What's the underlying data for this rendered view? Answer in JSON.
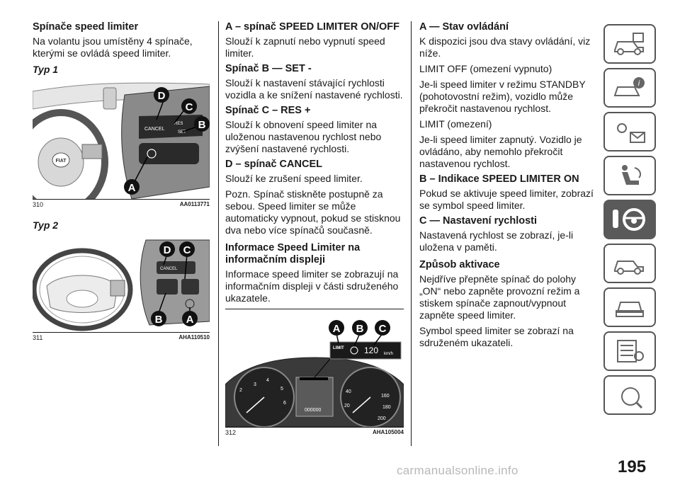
{
  "col1": {
    "heading": "Spínače speed limiter",
    "intro": "Na volantu jsou umístěny 4 spínače, kterými se ovládá speed limiter.",
    "typ1": "Typ 1",
    "fig310": {
      "num": "310",
      "code": "AA0113771",
      "labels": [
        "D",
        "C",
        "B",
        "A"
      ],
      "button_text": [
        "CANCEL",
        "RES",
        "SET"
      ]
    },
    "typ2": "Typ 2",
    "fig311": {
      "num": "311",
      "code": "AHA110510",
      "labels": [
        "D",
        "C",
        "B",
        "A"
      ],
      "button_text": [
        "CANCEL"
      ]
    }
  },
  "col2": {
    "h_a": "A – spínač SPEED LIMITER ON/OFF",
    "p_a": "Slouží k zapnutí nebo vypnutí speed limiter.",
    "h_b": "Spínač B — SET -",
    "p_b": "Slouží k nastavení stávající rychlosti vozidla a ke snížení nastavené rychlosti.",
    "h_c": "Spínač C – RES +",
    "p_c": "Slouží k obnovení speed limiter na uloženou nastavenou rychlost nebo zvýšení nastavené rychlosti.",
    "h_d": "D – spínač CANCEL",
    "p_d": "Slouží ke zrušení speed limiter.",
    "p_note": "Pozn. Spínač stiskněte postupně za sebou. Speed limiter se může automaticky vypnout, pokud se stisknou dva nebo více spínačů současně.",
    "h_info": "Informace Speed Limiter na informačním displeji",
    "p_info": "Informace speed limiter se zobrazují na informačním displeji v části sdruženého ukazatele.",
    "fig312": {
      "num": "312",
      "code": "AHA105004",
      "labels": [
        "A",
        "B",
        "C"
      ],
      "display_limit": "LIMIT",
      "display_speed": "120",
      "display_unit": "km/h",
      "odometer": "000000"
    }
  },
  "col3": {
    "h_a": "A — Stav ovládání",
    "p_a1": "K dispozici jsou dva stavy ovládání, viz níže.",
    "p_a2": "LIMIT OFF (omezení vypnuto)",
    "p_a3": "Je-li speed limiter v režimu STANDBY (pohotovostní režim), vozidlo může překročit nastavenou rychlost.",
    "p_a4": "LIMIT (omezení)",
    "p_a5": "Je-li speed limiter zapnutý. Vozidlo je ovládáno, aby nemohlo překročit nastavenou rychlost.",
    "h_b": "B – Indikace SPEED LIMITER ON",
    "p_b": "Pokud se aktivuje speed limiter, zobrazí se symbol speed limiter.",
    "h_c": "C — Nastavení rychlosti",
    "p_c": "Nastavená rychlost se zobrazí, je-li uložena v paměti.",
    "h_act": "Způsob aktivace",
    "p_act1": "Nejdříve přepněte spínač do polohy „ON“ nebo zapněte provozní režim a stiskem spínače zapnout/vypnout zapněte speed limiter.",
    "p_act2": "Symbol speed limiter se zobrazí na sdruženém ukazateli."
  },
  "sidebar": {
    "tabs": [
      "car-info-icon",
      "car-warning-icon",
      "lights-message-icon",
      "airbag-seat-icon",
      "key-steering-icon",
      "car-wrench-icon",
      "car-front-icon",
      "list-settings-icon",
      "alphabet-index-icon"
    ],
    "active_index": 4
  },
  "page": {
    "number": "195",
    "watermark": "carmanualsonline.info"
  }
}
